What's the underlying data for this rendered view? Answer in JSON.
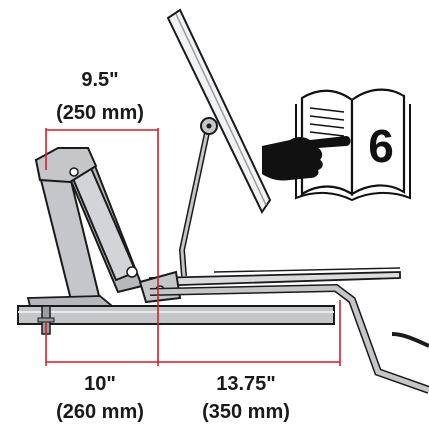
{
  "dimensions": {
    "top": {
      "inches": "9.5\"",
      "mm": "(250 mm)"
    },
    "bottom_left": {
      "inches": "10\"",
      "mm": "(260 mm)"
    },
    "bottom_right": {
      "inches": "13.75\"",
      "mm": "(350 mm)"
    }
  },
  "manual_reference": {
    "page_number": "6"
  },
  "colors": {
    "dimension_line": "#d0202a",
    "metal_fill": "#c4c6c9",
    "outline": "#1a1a1a"
  },
  "icons": [
    "open-book-icon",
    "pointing-hand-icon"
  ]
}
